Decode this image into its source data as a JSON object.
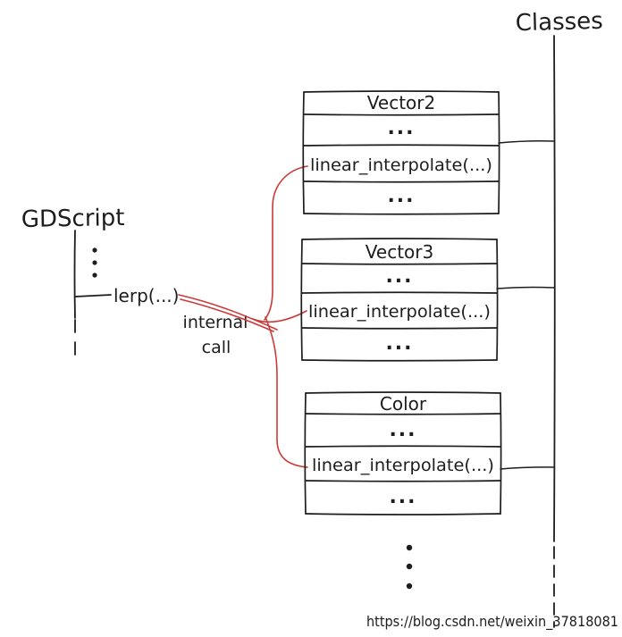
{
  "page": {
    "title": "Classes",
    "watermark": "https://blog.csdn.net/weixin_37818081"
  },
  "gdscript": {
    "label": "GDScript",
    "method": "lerp(...)",
    "note_line1": "internal",
    "note_line2": "call"
  },
  "classes": [
    {
      "name": "Vector2",
      "rows": [
        "...",
        "linear_interpolate(...)",
        "..."
      ]
    },
    {
      "name": "Vector3",
      "rows": [
        "...",
        "linear_interpolate(...)",
        "..."
      ]
    },
    {
      "name": "Color",
      "rows": [
        "...",
        "linear_interpolate(...)",
        "..."
      ]
    }
  ],
  "colors": {
    "ink": "#1d1d1d",
    "accent_red": "#cc3a38",
    "watermark": "#e3e3e3"
  }
}
